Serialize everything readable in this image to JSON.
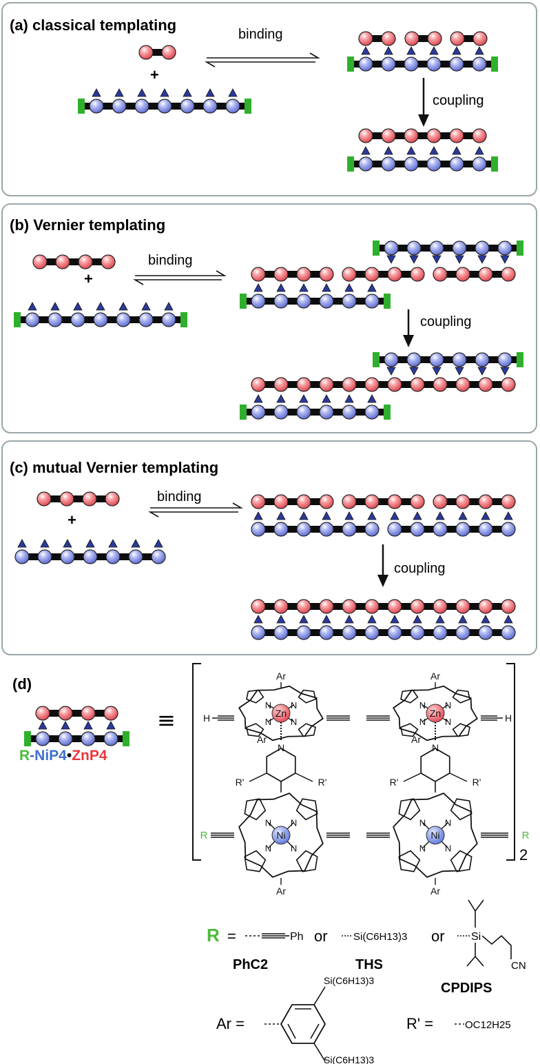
{
  "panels": {
    "a": {
      "title": "(a) classical templating",
      "binding": "binding",
      "coupling": "coupling",
      "plus": "+"
    },
    "b": {
      "title": "(b) Vernier templating",
      "binding": "binding",
      "coupling": "coupling",
      "plus": "+"
    },
    "c": {
      "title": "(c) mutual Vernier templating",
      "binding": "binding",
      "coupling": "coupling",
      "plus": "+"
    },
    "d": {
      "title": "(d)",
      "equiv": "≡",
      "name_R": "R",
      "name_dash": "-",
      "name_NiP4": "NiP4",
      "name_dot": "•",
      "name_ZnP4": "ZnP4",
      "H": "H",
      "Zn": "Zn",
      "Ni": "Ni",
      "N": "N",
      "Ar": "Ar",
      "Rprime": "R'",
      "R": "R",
      "subscript": "2",
      "R_def": {
        "R_label": "R",
        "eq": "=",
        "ph": "Ph",
        "or": "or",
        "ths_formula": "Si(C6H13)3",
        "si": "Si",
        "cn": "CN",
        "names": [
          "PhC2",
          "THS",
          "CPDIPS"
        ]
      },
      "ar_def": {
        "label": "Ar =",
        "si_top": "Si(C6H13)3",
        "si_bottom": "Si(C6H13)3"
      },
      "rprime_def": {
        "label": "R' =",
        "formula": "OC12H25"
      }
    }
  },
  "colors": {
    "red": "#e8616b",
    "blue": "#7f8ee6",
    "green": "#2fb02c",
    "label_green": "#4cbb3a",
    "label_blue": "#3f6fd0",
    "label_red": "#e8383a",
    "panel_border": "#9aa6a9"
  }
}
